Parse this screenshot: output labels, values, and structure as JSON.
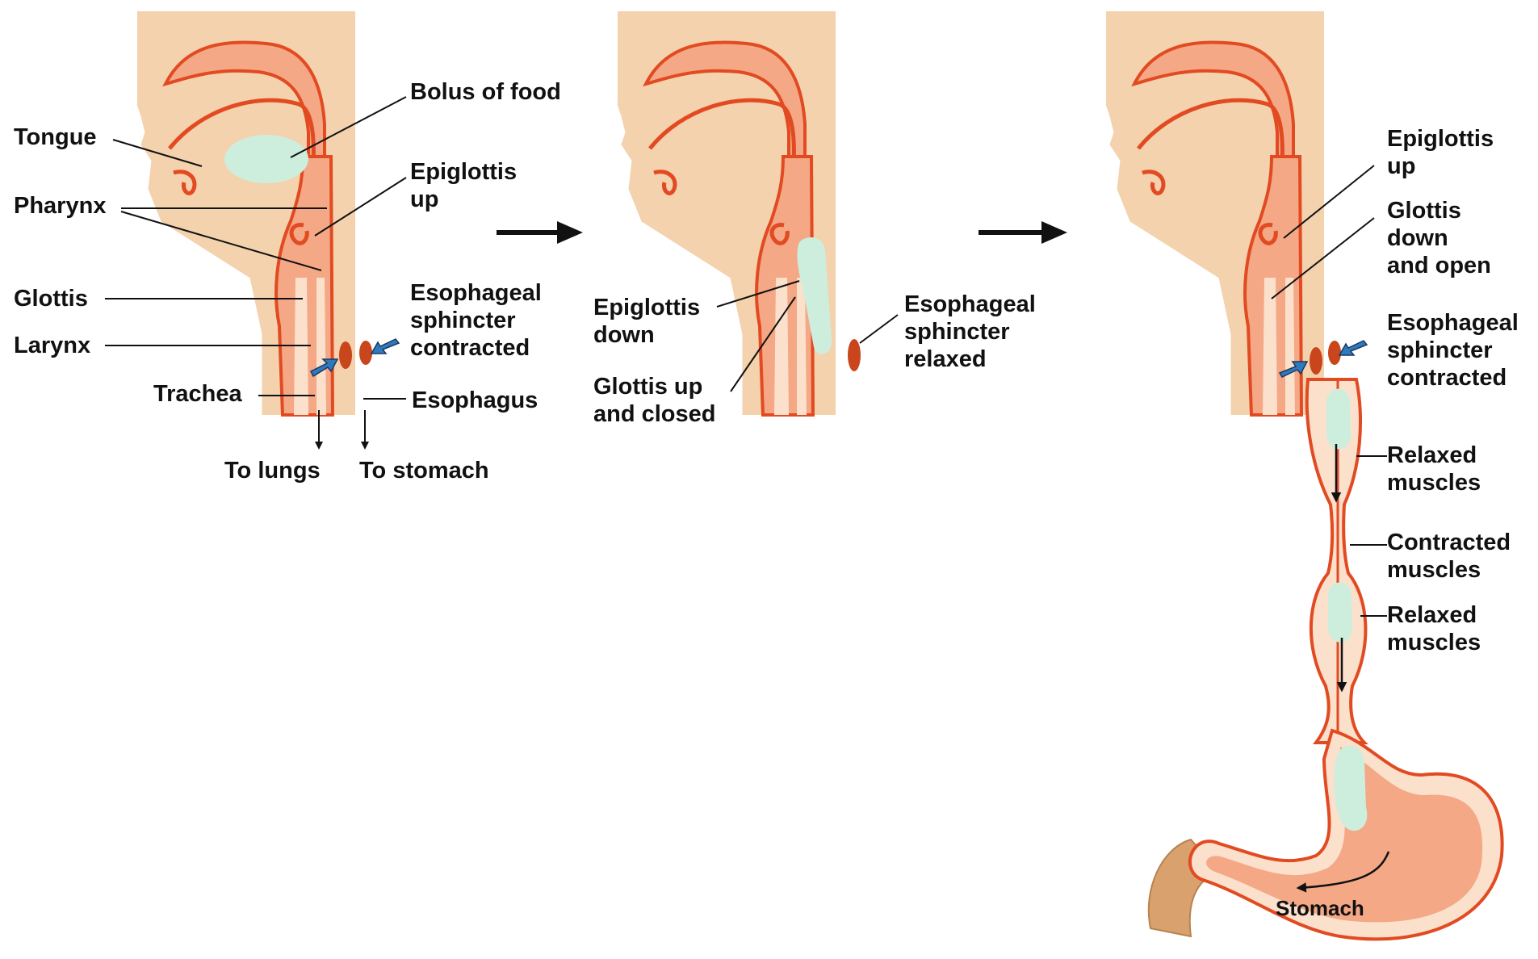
{
  "colors": {
    "skin": "#f3d2ad",
    "tissue": "#f4a886",
    "tissue_deep": "#e8643a",
    "line_red": "#e24a22",
    "lumen": "#fbe0cc",
    "bolus": "#cdeedd",
    "sphincter": "#c9461c",
    "pressure_arrow": "#2f79bd",
    "intestine": "#d9a16e",
    "leader": "#111111"
  },
  "panel1": {
    "bolus_of_food": "Bolus of food",
    "tongue": "Tongue",
    "pharynx": "Pharynx",
    "epiglottis_up": "Epiglottis\nup",
    "glottis": "Glottis",
    "esophageal_sphincter_contracted": "Esophageal\nsphincter\ncontracted",
    "larynx": "Larynx",
    "trachea": "Trachea",
    "esophagus": "Esophagus",
    "to_lungs": "To lungs",
    "to_stomach": "To stomach"
  },
  "panel2": {
    "epiglottis_down": "Epiglottis\ndown",
    "esophageal_sphincter_relaxed": "Esophageal\nsphincter\nrelaxed",
    "glottis_up_and_closed": "Glottis up\nand closed"
  },
  "panel3": {
    "epiglottis_up": "Epiglottis\nup",
    "glottis_down_and_open": "Glottis\ndown\nand open",
    "esophageal_sphincter_contracted": "Esophageal\nsphincter\ncontracted",
    "relaxed_muscles_1": "Relaxed\nmuscles",
    "contracted_muscles": "Contracted\nmuscles",
    "relaxed_muscles_2": "Relaxed\nmuscles",
    "stomach": "Stomach"
  }
}
